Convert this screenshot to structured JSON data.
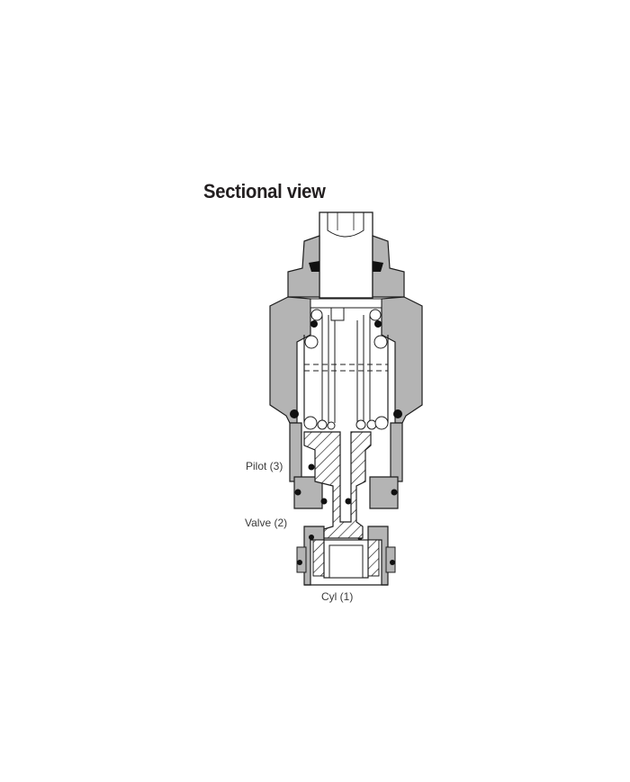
{
  "title": "Sectional view",
  "labels": {
    "pilot": "Pilot (3)",
    "valve": "Valve (2)",
    "cyl": "Cyl (1)"
  },
  "colors": {
    "body_gray": "#b4b4b4",
    "outline": "#1e1e1e",
    "seal_black": "#111111",
    "background": "#ffffff",
    "text": "#231f20"
  }
}
